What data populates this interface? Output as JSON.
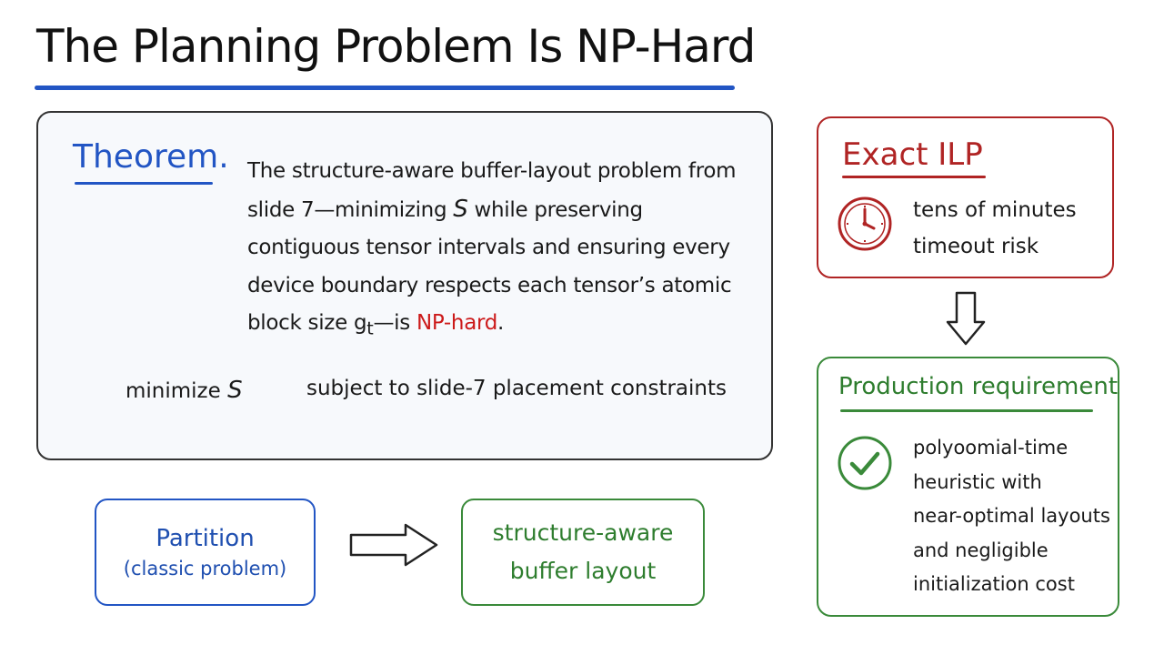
{
  "title": "The Planning Problem Is NP-Hard",
  "theorem": {
    "label": "Theorem.",
    "text_1": "The structure-aware buffer-layout problem from slide 7—minimizing ",
    "var_s": "S",
    "text_2": " while preserving contiguous tensor intervals and ensuring every device boundary respects each tensor’s atomic block size g",
    "subscript": "t",
    "text_3": "—is ",
    "emphasis": "NP-hard",
    "text_4": "."
  },
  "formula": {
    "minimize": "minimize ",
    "var": "S",
    "constraint": "subject to slide-7 placement constraints"
  },
  "reduction": {
    "source_title": "Partition",
    "source_subtitle": "(classic problem)",
    "target_line1": "structure-aware",
    "target_line2": "buffer layout"
  },
  "exact_ilp": {
    "title": "Exact ILP",
    "line1": "tens of minutes",
    "line2": "timeout risk",
    "icon": "clock-icon"
  },
  "production": {
    "title": "Production requirement",
    "lines": [
      "polyoomial-time",
      "heuristic with",
      "near-optimal layouts",
      "and negligible",
      "initialization cost"
    ],
    "icon": "check-circle-icon"
  },
  "colors": {
    "blue": "#2255c4",
    "red": "#b02424",
    "green": "#3a8a3a",
    "emphasis_red": "#cc1a1a"
  }
}
